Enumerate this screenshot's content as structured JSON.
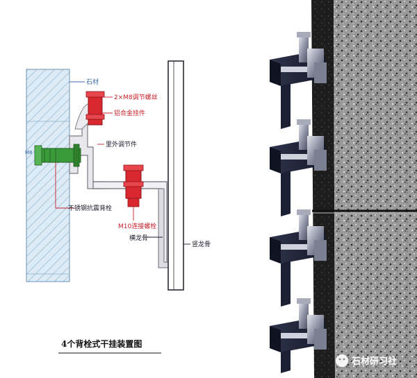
{
  "diagram": {
    "labels": {
      "stone": "石材",
      "adjust_bolt": "2×M8调节螺丝",
      "alu_piece": "铝合金挂件",
      "inner_outer_adjust": "里外调节件",
      "anchor_bolt": "不锈钢抗震背栓",
      "connect_bolt": "M10连接螺栓",
      "horizontal_keel": "横龙骨",
      "vertical_keel": "竖龙骨",
      "m8": "M8"
    },
    "caption": "4个背栓式干挂装置图"
  },
  "watermark": {
    "text": "石材研习社"
  },
  "colors": {
    "stone_hatch": "#8fb6d4",
    "stone_fill": "#dcebf5",
    "bolt": "#d8282f",
    "anchor": "#3a9a3a",
    "leader_red": "#c8202a",
    "leader_blue": "#3b6aa8",
    "bracket_dark": "#1e2238"
  }
}
